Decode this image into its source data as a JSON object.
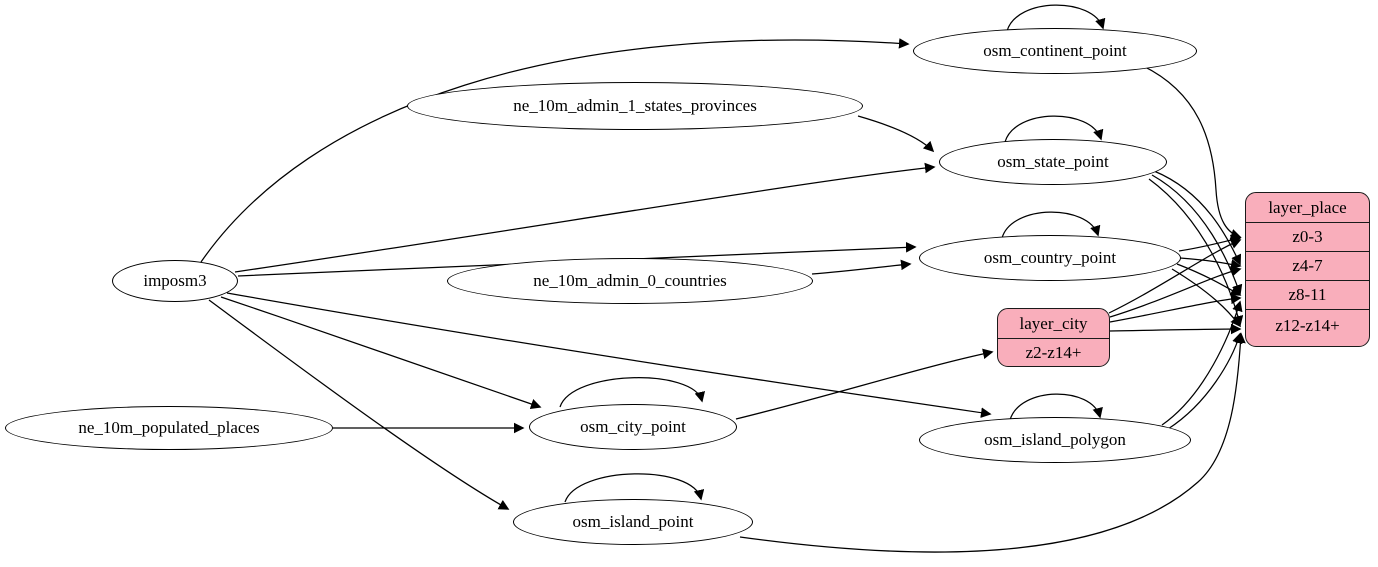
{
  "diagram": {
    "type": "etl-dependency-graph",
    "colors": {
      "background": "#ffffff",
      "edge": "#000000",
      "node_fill": "#ffffff",
      "node_border": "#000000",
      "record_fill": "#f9aebb",
      "record_border": "#1a1a1a"
    },
    "nodes": {
      "imposm3": {
        "label": "imposm3",
        "shape": "ellipse"
      },
      "ne_10m_populated_places": {
        "label": "ne_10m_populated_places",
        "shape": "ellipse"
      },
      "ne_10m_admin_1_states_provinces": {
        "label": "ne_10m_admin_1_states_provinces",
        "shape": "ellipse"
      },
      "ne_10m_admin_0_countries": {
        "label": "ne_10m_admin_0_countries",
        "shape": "ellipse"
      },
      "osm_continent_point": {
        "label": "osm_continent_point",
        "shape": "ellipse",
        "self_loop": true
      },
      "osm_state_point": {
        "label": "osm_state_point",
        "shape": "ellipse",
        "self_loop": true
      },
      "osm_country_point": {
        "label": "osm_country_point",
        "shape": "ellipse",
        "self_loop": true
      },
      "osm_city_point": {
        "label": "osm_city_point",
        "shape": "ellipse",
        "self_loop": true
      },
      "osm_island_polygon": {
        "label": "osm_island_polygon",
        "shape": "ellipse",
        "self_loop": true
      },
      "osm_island_point": {
        "label": "osm_island_point",
        "shape": "ellipse",
        "self_loop": true
      }
    },
    "records": {
      "layer_city": {
        "title": "layer_city",
        "rows": [
          "z2-z14+"
        ]
      },
      "layer_place": {
        "title": "layer_place",
        "rows": [
          "z0-3",
          "z4-7",
          "z8-11",
          "z12-z14+"
        ]
      }
    },
    "edges": [
      {
        "from": "imposm3",
        "to": "osm_continent_point"
      },
      {
        "from": "imposm3",
        "to": "osm_state_point"
      },
      {
        "from": "imposm3",
        "to": "osm_country_point"
      },
      {
        "from": "imposm3",
        "to": "osm_city_point"
      },
      {
        "from": "imposm3",
        "to": "osm_island_polygon"
      },
      {
        "from": "imposm3",
        "to": "osm_island_point"
      },
      {
        "from": "ne_10m_admin_1_states_provinces",
        "to": "osm_state_point"
      },
      {
        "from": "ne_10m_admin_0_countries",
        "to": "osm_country_point"
      },
      {
        "from": "ne_10m_populated_places",
        "to": "osm_city_point"
      },
      {
        "from": "osm_continent_point",
        "to": "osm_continent_point",
        "self_loop": true
      },
      {
        "from": "osm_state_point",
        "to": "osm_state_point",
        "self_loop": true
      },
      {
        "from": "osm_country_point",
        "to": "osm_country_point",
        "self_loop": true
      },
      {
        "from": "osm_city_point",
        "to": "osm_city_point",
        "self_loop": true
      },
      {
        "from": "osm_island_polygon",
        "to": "osm_island_polygon",
        "self_loop": true
      },
      {
        "from": "osm_island_point",
        "to": "osm_island_point",
        "self_loop": true
      },
      {
        "from": "osm_city_point",
        "to": "layer_city",
        "row": "z2-z14+"
      },
      {
        "from": "osm_continent_point",
        "to": "layer_place",
        "row": "z0-3"
      },
      {
        "from": "osm_country_point",
        "to": "layer_place",
        "row": "z0-3"
      },
      {
        "from": "osm_country_point",
        "to": "layer_place",
        "row": "z4-7"
      },
      {
        "from": "osm_country_point",
        "to": "layer_place",
        "row": "z8-11"
      },
      {
        "from": "osm_country_point",
        "to": "layer_place",
        "row": "z12-z14+"
      },
      {
        "from": "osm_state_point",
        "to": "layer_place",
        "row": "z4-7"
      },
      {
        "from": "osm_state_point",
        "to": "layer_place",
        "row": "z8-11"
      },
      {
        "from": "osm_state_point",
        "to": "layer_place",
        "row": "z12-z14+"
      },
      {
        "from": "layer_city",
        "to": "layer_place",
        "row": "z0-3"
      },
      {
        "from": "layer_city",
        "to": "layer_place",
        "row": "z4-7"
      },
      {
        "from": "layer_city",
        "to": "layer_place",
        "row": "z8-11"
      },
      {
        "from": "layer_city",
        "to": "layer_place",
        "row": "z12-z14+"
      },
      {
        "from": "osm_island_polygon",
        "to": "layer_place",
        "row": "z8-11"
      },
      {
        "from": "osm_island_polygon",
        "to": "layer_place",
        "row": "z12-z14+"
      },
      {
        "from": "osm_island_point",
        "to": "layer_place",
        "row": "z12-z14+"
      }
    ]
  }
}
